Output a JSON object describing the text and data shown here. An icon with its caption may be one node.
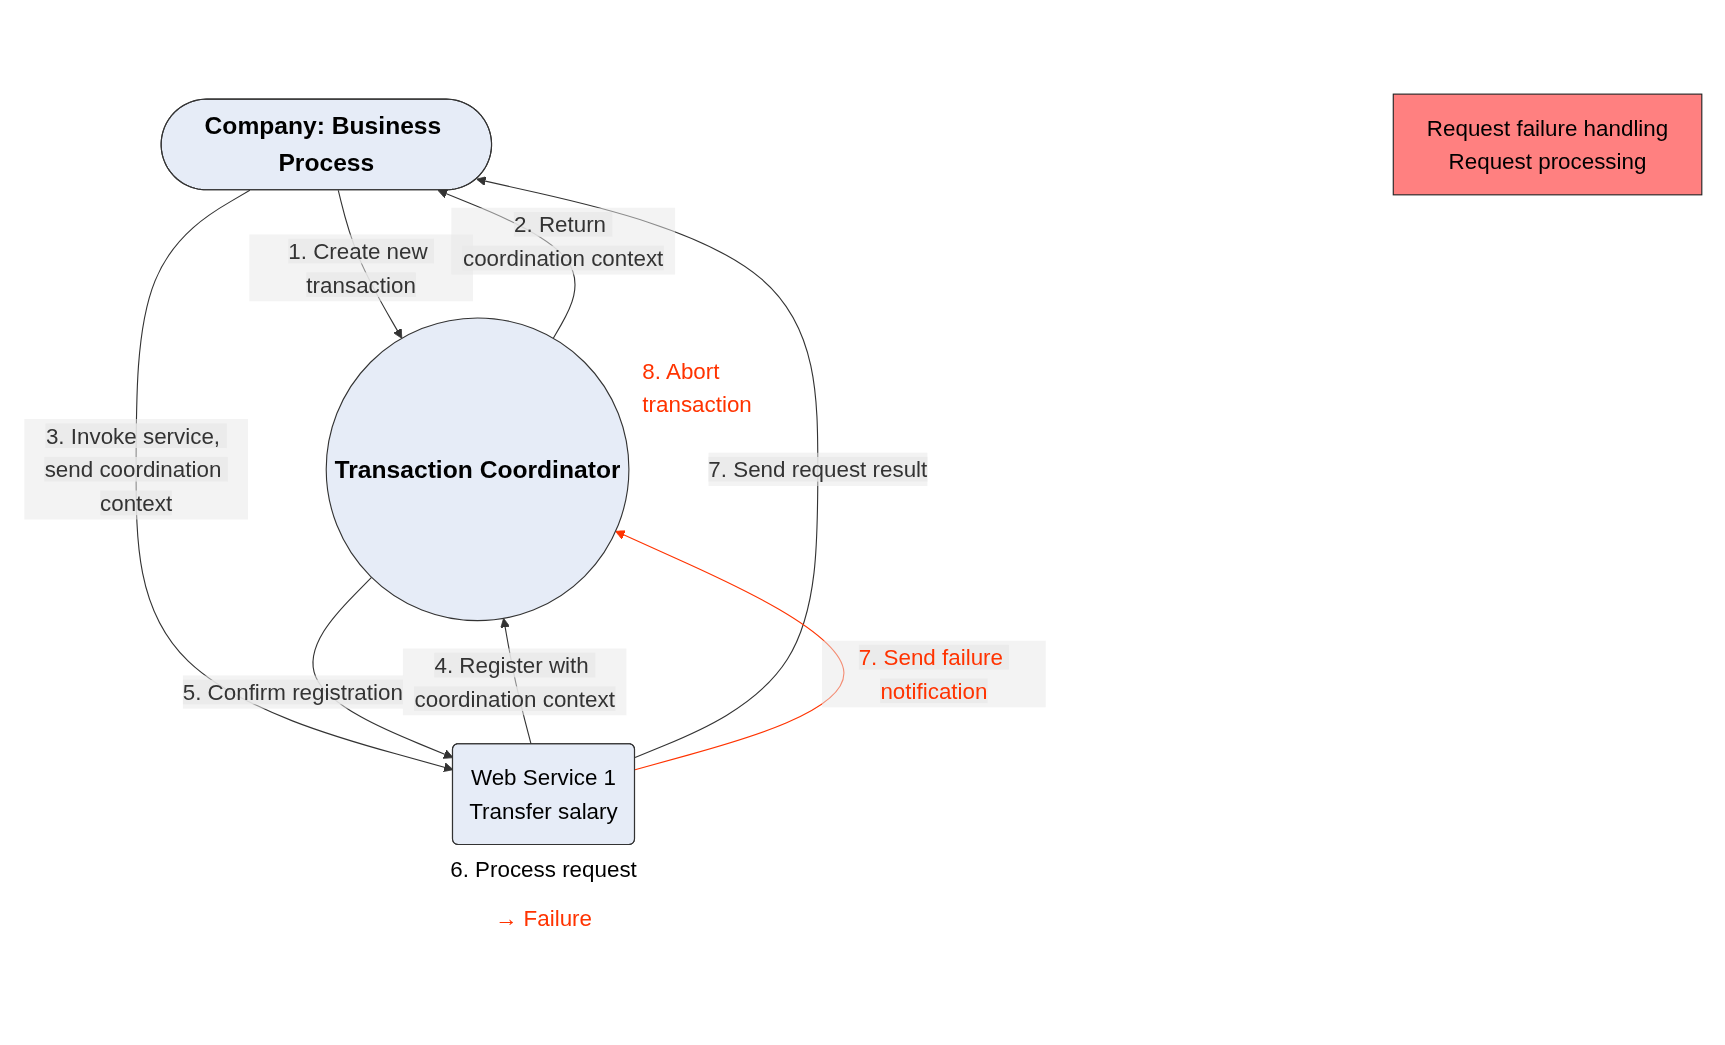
{
  "diagram": {
    "nodes": [
      {
        "text": [
          "Company: Business Process"
        ]
      },
      {
        "text": [
          "Transaction Coordinator"
        ],
        "beside": [
          "8. Abort transaction"
        ]
      },
      {
        "text": [
          "Web Service 1",
          "Transfer salary"
        ],
        "beside": [
          "6. Process request",
          "→ Failure"
        ]
      },
      {
        "text": [
          "Request failure handling",
          "Request processing"
        ]
      }
    ],
    "edges": [
      {
        "from": 0,
        "to": 1,
        "arrow": "to",
        "label": "1. Create new transaction"
      },
      {
        "from": 1,
        "to": 0,
        "arrow": "to",
        "label": "2. Return coordination context"
      },
      {
        "from": 0,
        "to": 2,
        "arrow": "to",
        "label": "3. Invoke service, send coordination context"
      },
      {
        "from": 2,
        "to": 1,
        "arrow": "to",
        "label": "4. Register with coordination context"
      },
      {
        "from": 1,
        "to": 2,
        "arrow": "to",
        "label": "5. Confirm registration"
      },
      {
        "from": 2,
        "to": 0,
        "arrow": "to",
        "label": "7. Send request result"
      },
      {
        "from": 2,
        "to": 1,
        "arrow": "to",
        "label": "7. Send failure notification",
        "color": "#ff3300"
      }
    ]
  }
}
